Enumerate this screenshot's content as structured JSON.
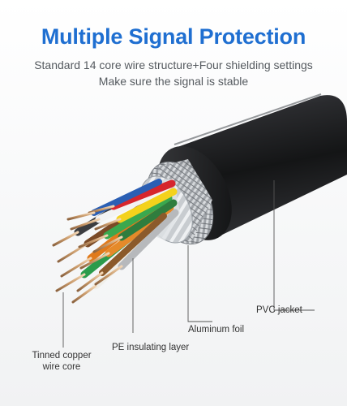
{
  "header": {
    "title": "Multiple Signal Protection",
    "subtitle_line1": "Standard 14 core wire structure+Four shielding settings",
    "subtitle_line2": "Make sure the signal is stable"
  },
  "labels": {
    "pvc_jacket": "PVC jacket",
    "aluminum_foil": "Aluminum foil",
    "pe_insulating_layer": "PE insulating layer",
    "copper_core_line1": "Tinned copper",
    "copper_core_line2": "wire core"
  },
  "colors": {
    "title_blue": "#1f6fd1",
    "jacket_black": "#1b1c1e",
    "braid_silver": "#b9bcc0"
  }
}
